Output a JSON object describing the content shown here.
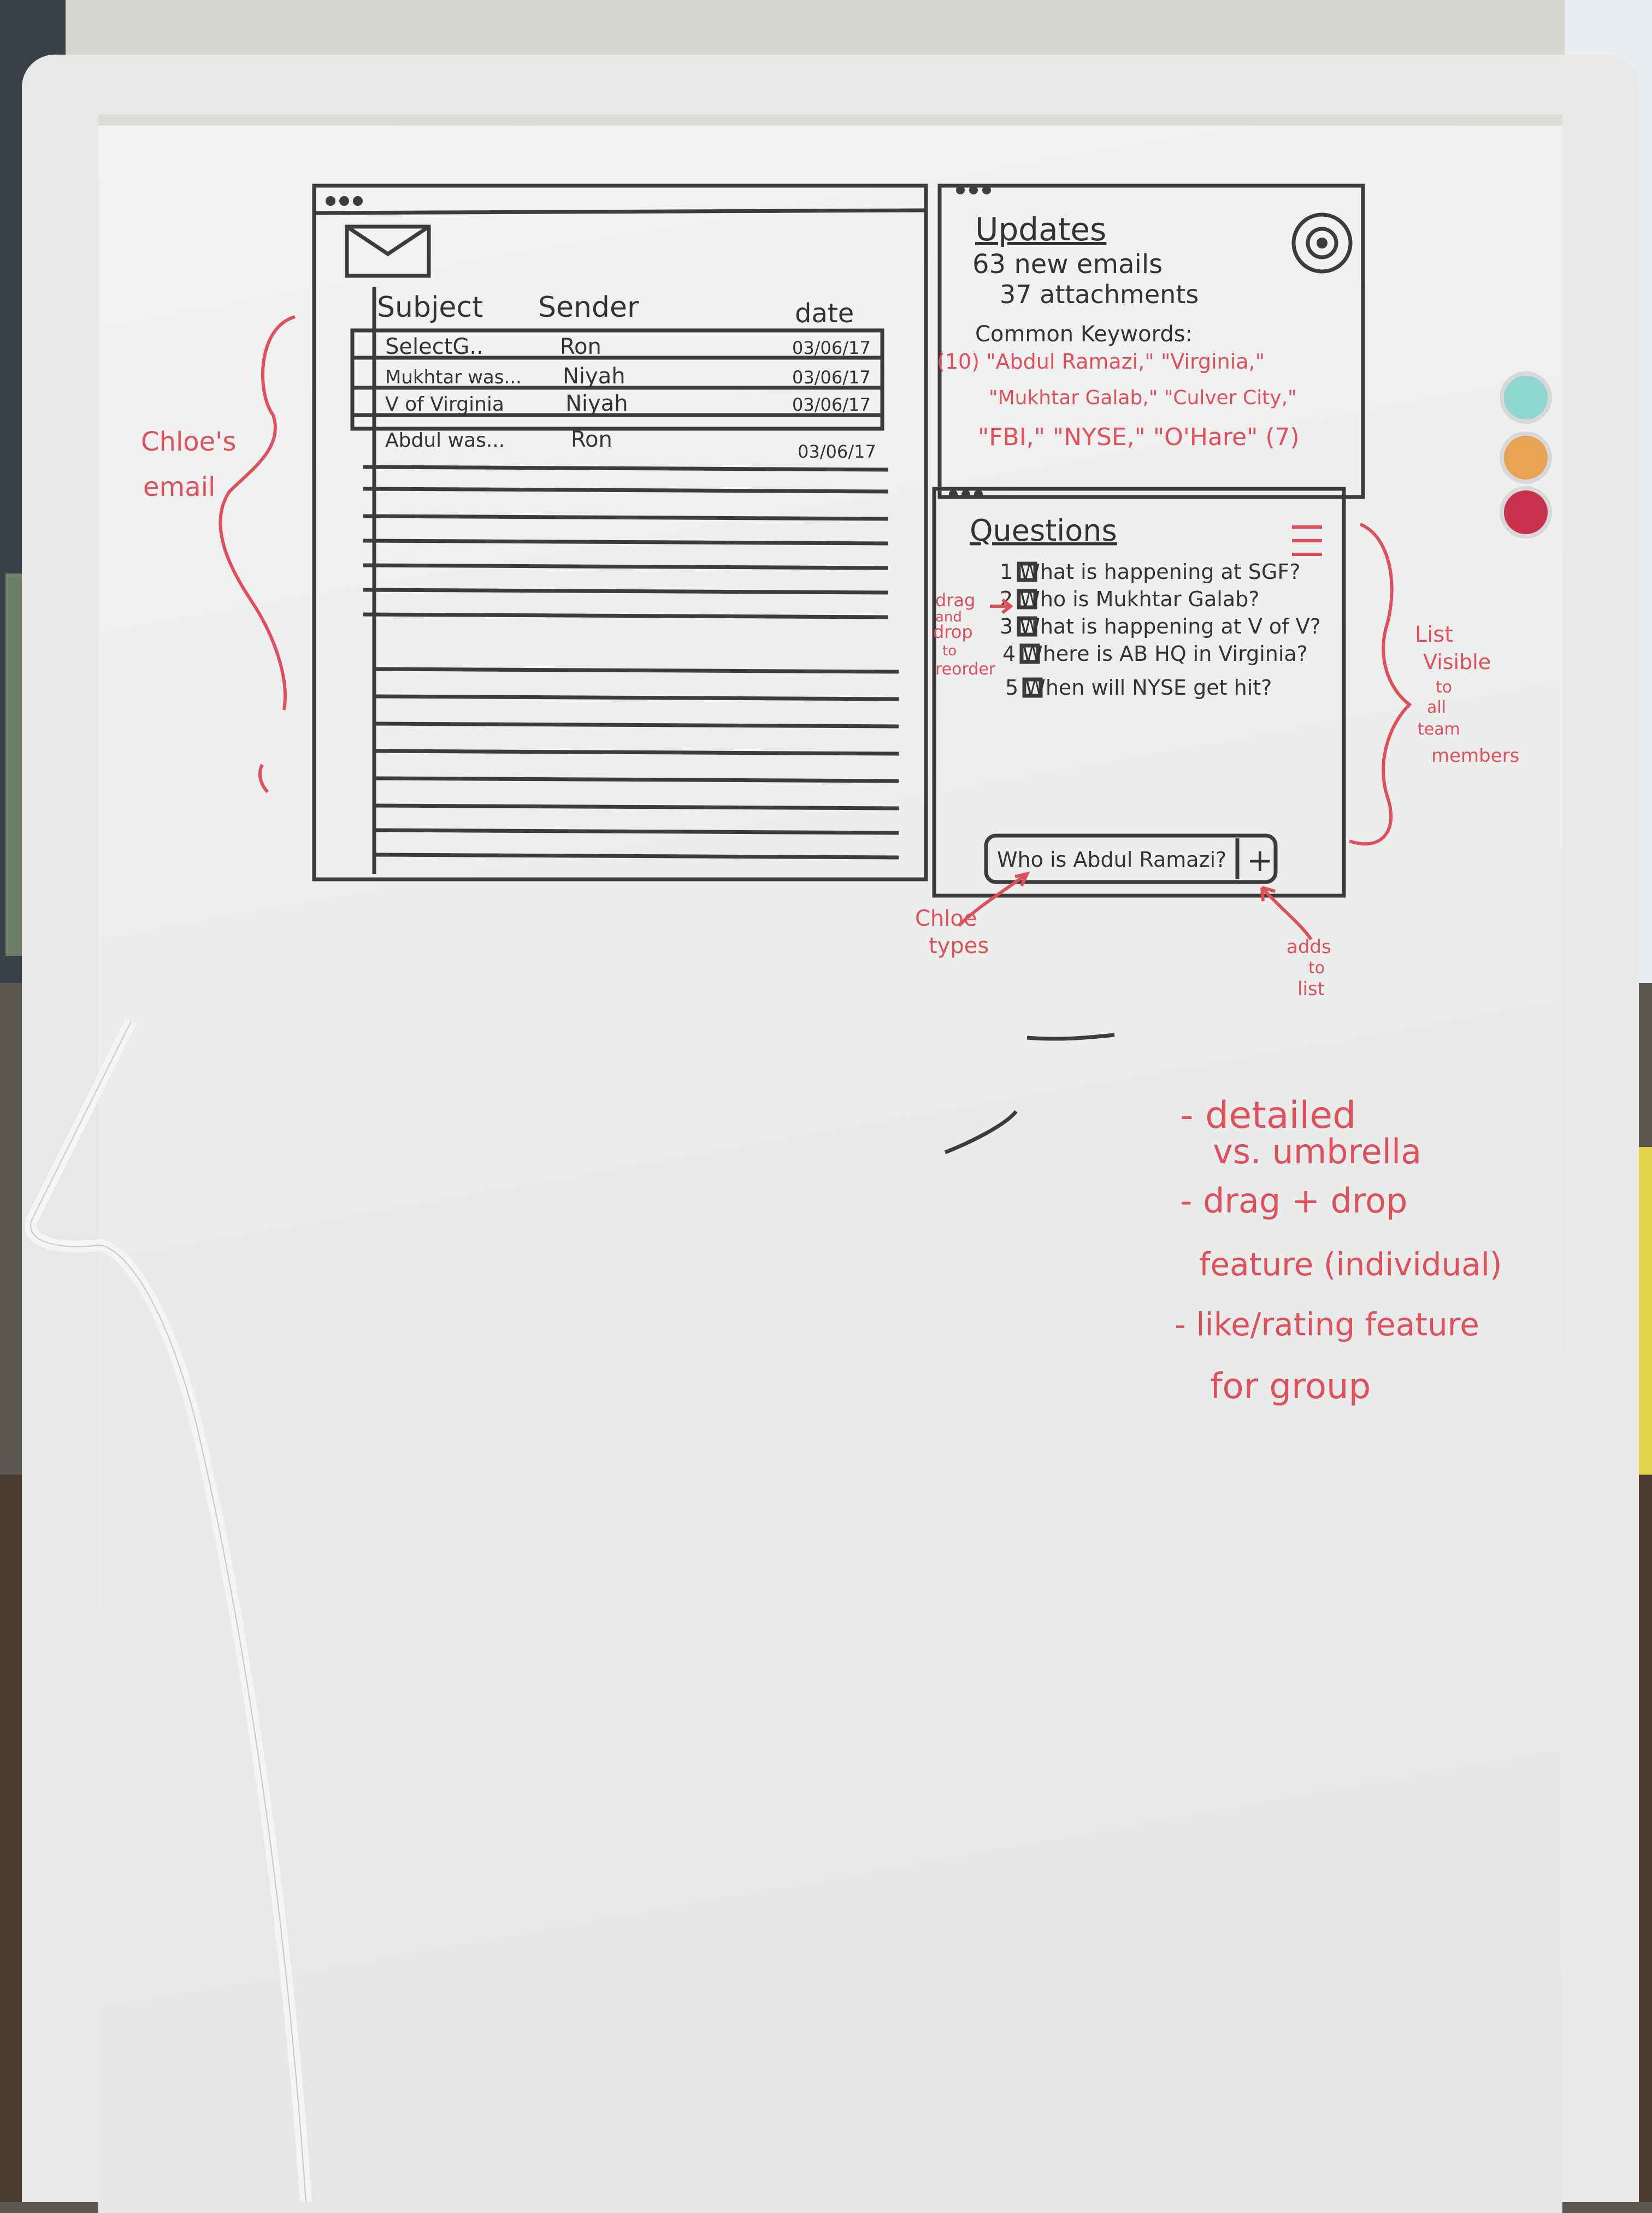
{
  "whiteboard": {
    "email_panel": {
      "columns": {
        "subject": "Subject",
        "sender": "Sender",
        "date": "date"
      },
      "rows": [
        {
          "subject": "SelectG..",
          "sender": "Ron",
          "date": "03/06/17"
        },
        {
          "subject": "Mukhtar was...",
          "sender": "Niyah",
          "date": "03/06/17"
        },
        {
          "subject": "V of Virginia",
          "sender": "Niyah",
          "date": "03/06/17"
        },
        {
          "subject": "Abdul was...",
          "sender": "Ron",
          "date": "03/06/17"
        }
      ]
    },
    "updates_panel": {
      "title": "Updates",
      "new_emails": "63 new emails",
      "attachments": "37 attachments",
      "keywords_label": "Common Keywords:",
      "keywords_line1": "(10) \"Abdul Ramazi,\" \"Virginia,\"",
      "keywords_line2": "\"Mukhtar Galab,\" \"Culver City,\"",
      "keywords_line3": "\"FBI,\" \"NYSE,\" \"O'Hare\" (7)"
    },
    "questions_panel": {
      "title": "Questions",
      "items": [
        "1 What is happening at SGF?",
        "2 Who is Mukhtar Galab?",
        "3 What is happening at V of V?",
        "4 Where is AB HQ in Virginia?",
        "5 When will NYSE get hit?"
      ],
      "input_value": "Who is Abdul Ramazi?",
      "add_label": "+"
    },
    "annotations": {
      "chloes_email": [
        "Chloe's",
        "email"
      ],
      "drag_drop": [
        "drag",
        "and",
        "drop",
        "to",
        "reorder"
      ],
      "list_visible": [
        "List",
        "Visible",
        "to",
        "all",
        "team",
        "members"
      ],
      "chloe_types": [
        "Chloe",
        "types"
      ],
      "adds_to_list": [
        "adds",
        "to",
        "list"
      ]
    },
    "notes": [
      [
        "- detailed",
        "vs. umbrella"
      ],
      [
        "- drag + drop",
        "feature (individual)"
      ],
      [
        "- like/rating feature",
        "for group"
      ]
    ],
    "colors": {
      "marker_black": "#333333",
      "marker_red": "#e0505a"
    }
  }
}
